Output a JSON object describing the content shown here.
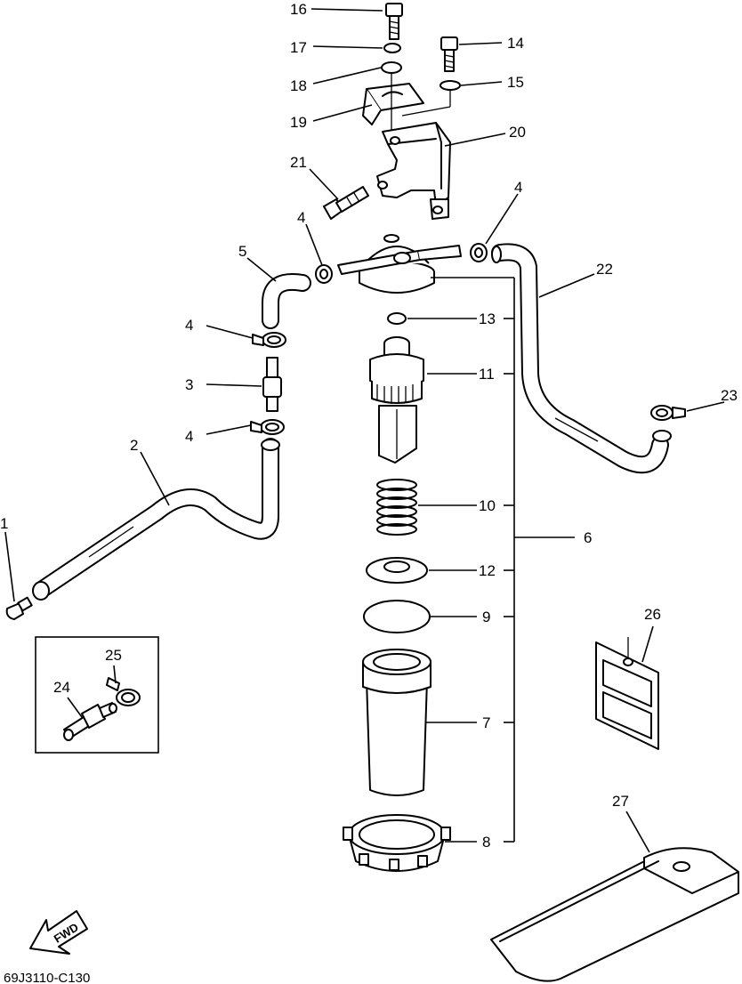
{
  "labels": {
    "l1": "1",
    "l2": "2",
    "l3": "3",
    "l4a": "4",
    "l4b": "4",
    "l4c": "4",
    "l4d": "4",
    "l5": "5",
    "l6": "6",
    "l7": "7",
    "l8": "8",
    "l9": "9",
    "l10": "10",
    "l11": "11",
    "l12": "12",
    "l13": "13",
    "l14": "14",
    "l15": "15",
    "l16": "16",
    "l17": "17",
    "l18": "18",
    "l19": "19",
    "l20": "20",
    "l21": "21",
    "l22": "22",
    "l23": "23",
    "l24": "24",
    "l25": "25",
    "l26": "26",
    "l27": "27"
  },
  "fwd_label": "FWD",
  "diagram_code": "69J3110-C130"
}
